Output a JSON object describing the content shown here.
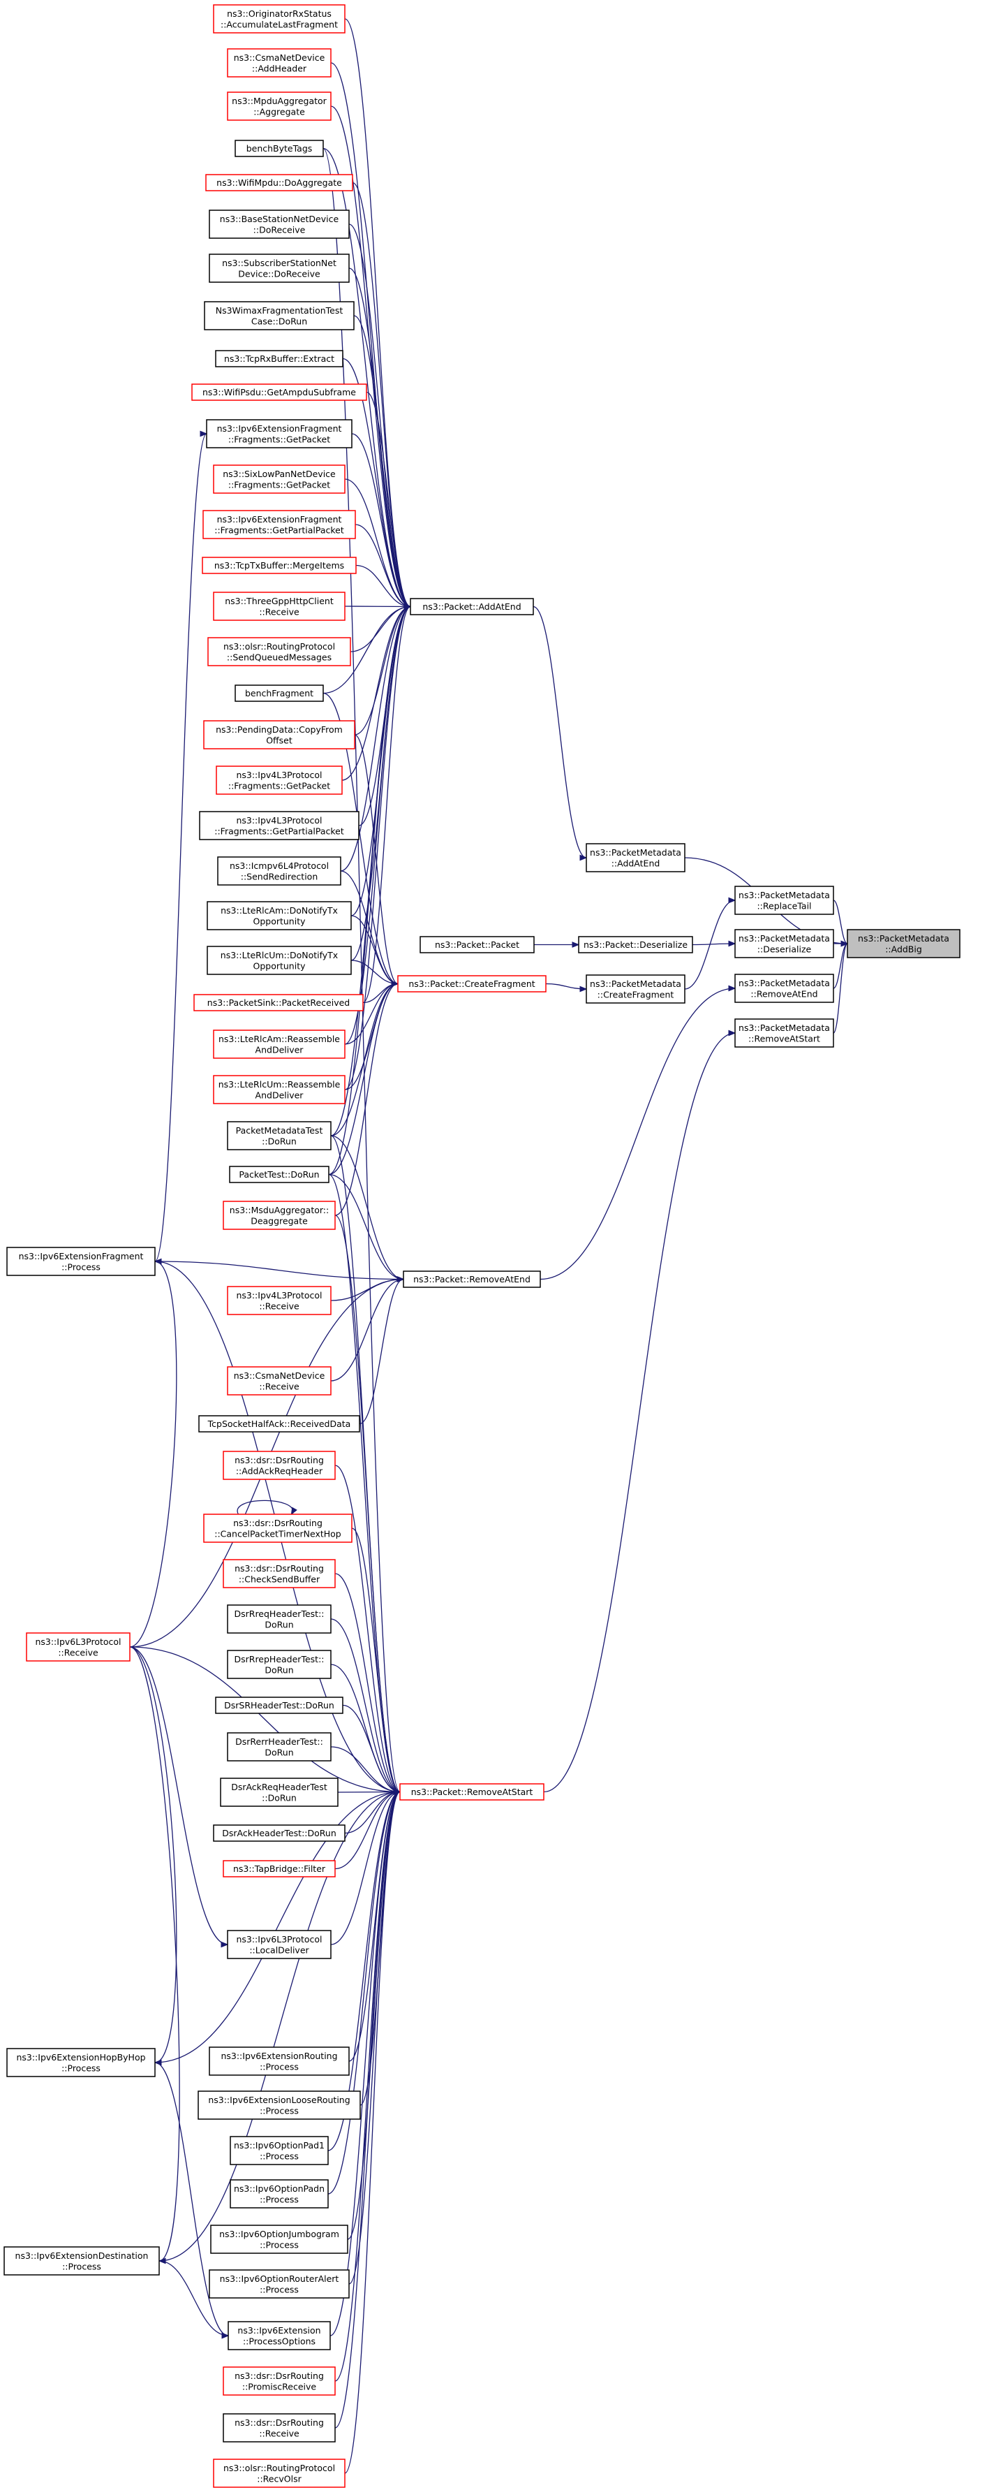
{
  "colors": {
    "edge": "#191970",
    "border_black": "#000000",
    "border_red": "#ff0000",
    "highlight_fill": "#bfbfbf",
    "text": "#000000"
  },
  "nodes": [
    {
      "id": "addbig",
      "lines": [
        "ns3::PacketMetadata",
        "::AddBig"
      ],
      "border": "black",
      "highlighted": true
    },
    {
      "id": "pm_addatend",
      "lines": [
        "ns3::PacketMetadata",
        "::AddAtEnd"
      ],
      "border": "black"
    },
    {
      "id": "pm_replacetail",
      "lines": [
        "ns3::PacketMetadata",
        "::ReplaceTail"
      ],
      "border": "black"
    },
    {
      "id": "pm_deserialize",
      "lines": [
        "ns3::PacketMetadata",
        "::Deserialize"
      ],
      "border": "black"
    },
    {
      "id": "pm_removeatend",
      "lines": [
        "ns3::PacketMetadata",
        "::RemoveAtEnd"
      ],
      "border": "black"
    },
    {
      "id": "pm_removeatstart",
      "lines": [
        "ns3::PacketMetadata",
        "::RemoveAtStart"
      ],
      "border": "black"
    },
    {
      "id": "pm_createfragment",
      "lines": [
        "ns3::PacketMetadata",
        "::CreateFragment"
      ],
      "border": "black"
    },
    {
      "id": "p_deserialize",
      "lines": [
        "ns3::Packet::Deserialize"
      ],
      "border": "black"
    },
    {
      "id": "p_packet",
      "lines": [
        "ns3::Packet::Packet"
      ],
      "border": "black"
    },
    {
      "id": "p_addatend",
      "lines": [
        "ns3::Packet::AddAtEnd"
      ],
      "border": "black"
    },
    {
      "id": "p_createfragment",
      "lines": [
        "ns3::Packet::CreateFragment"
      ],
      "border": "red"
    },
    {
      "id": "p_removeatend",
      "lines": [
        "ns3::Packet::RemoveAtEnd"
      ],
      "border": "black"
    },
    {
      "id": "p_removeatstart",
      "lines": [
        "ns3::Packet::RemoveAtStart"
      ],
      "border": "red"
    },
    {
      "id": "orig_rx",
      "lines": [
        "ns3::OriginatorRxStatus",
        "::AccumulateLastFragment"
      ],
      "border": "red"
    },
    {
      "id": "csma_addheader",
      "lines": [
        "ns3::CsmaNetDevice",
        "::AddHeader"
      ],
      "border": "red"
    },
    {
      "id": "mpdu_aggregate",
      "lines": [
        "ns3::MpduAggregator",
        "::Aggregate"
      ],
      "border": "red"
    },
    {
      "id": "bench_bytetags",
      "lines": [
        "benchByteTags"
      ],
      "border": "black"
    },
    {
      "id": "wifimpdu_doagg",
      "lines": [
        "ns3::WifiMpdu::DoAggregate"
      ],
      "border": "red"
    },
    {
      "id": "bs_doreceive",
      "lines": [
        "ns3::BaseStationNetDevice",
        "::DoReceive"
      ],
      "border": "black"
    },
    {
      "id": "ss_doreceive",
      "lines": [
        "ns3::SubscriberStationNet",
        "Device::DoReceive"
      ],
      "border": "black"
    },
    {
      "id": "wimax_test",
      "lines": [
        "Ns3WimaxFragmentationTest",
        "Case::DoRun"
      ],
      "border": "black"
    },
    {
      "id": "tcprx_extract",
      "lines": [
        "ns3::TcpRxBuffer::Extract"
      ],
      "border": "black"
    },
    {
      "id": "wifipsdu_getampdu",
      "lines": [
        "ns3::WifiPsdu::GetAmpduSubframe"
      ],
      "border": "red"
    },
    {
      "id": "ipv6frag_getpacket",
      "lines": [
        "ns3::Ipv6ExtensionFragment",
        "::Fragments::GetPacket"
      ],
      "border": "black"
    },
    {
      "id": "sixlowpan_getpacket",
      "lines": [
        "ns3::SixLowPanNetDevice",
        "::Fragments::GetPacket"
      ],
      "border": "red"
    },
    {
      "id": "ipv6frag_getpartial",
      "lines": [
        "ns3::Ipv6ExtensionFragment",
        "::Fragments::GetPartialPacket"
      ],
      "border": "red"
    },
    {
      "id": "tcptx_merge",
      "lines": [
        "ns3::TcpTxBuffer::MergeItems"
      ],
      "border": "red"
    },
    {
      "id": "threegpp_receive",
      "lines": [
        "ns3::ThreeGppHttpClient",
        "::Receive"
      ],
      "border": "red"
    },
    {
      "id": "olsr_sendqueued",
      "lines": [
        "ns3::olsr::RoutingProtocol",
        "::SendQueuedMessages"
      ],
      "border": "red"
    },
    {
      "id": "bench_fragment",
      "lines": [
        "benchFragment"
      ],
      "border": "black"
    },
    {
      "id": "pending_copy",
      "lines": [
        "ns3::PendingData::CopyFrom",
        "Offset"
      ],
      "border": "red"
    },
    {
      "id": "ipv4frag_getpacket",
      "lines": [
        "ns3::Ipv4L3Protocol",
        "::Fragments::GetPacket"
      ],
      "border": "red"
    },
    {
      "id": "ipv4frag_getpartial",
      "lines": [
        "ns3::Ipv4L3Protocol",
        "::Fragments::GetPartialPacket"
      ],
      "border": "black"
    },
    {
      "id": "icmpv6_redir",
      "lines": [
        "ns3::Icmpv6L4Protocol",
        "::SendRedirection"
      ],
      "border": "black"
    },
    {
      "id": "lterlcam_notify",
      "lines": [
        "ns3::LteRlcAm::DoNotifyTx",
        "Opportunity"
      ],
      "border": "black"
    },
    {
      "id": "lterlcum_notify",
      "lines": [
        "ns3::LteRlcUm::DoNotifyTx",
        "Opportunity"
      ],
      "border": "black"
    },
    {
      "id": "packetsink_rx",
      "lines": [
        "ns3::PacketSink::PacketReceived"
      ],
      "border": "red"
    },
    {
      "id": "lterlcam_reasm",
      "lines": [
        "ns3::LteRlcAm::Reassemble",
        "AndDeliver"
      ],
      "border": "red"
    },
    {
      "id": "lterlcum_reasm",
      "lines": [
        "ns3::LteRlcUm::Reassemble",
        "AndDeliver"
      ],
      "border": "red"
    },
    {
      "id": "pmtest_dorun",
      "lines": [
        "PacketMetadataTest",
        "::DoRun"
      ],
      "border": "black"
    },
    {
      "id": "packettest_dorun",
      "lines": [
        "PacketTest::DoRun"
      ],
      "border": "black"
    },
    {
      "id": "msdu_deagg",
      "lines": [
        "ns3::MsduAggregator::",
        "Deaggregate"
      ],
      "border": "red"
    },
    {
      "id": "ipv6frag_process",
      "lines": [
        "ns3::Ipv6ExtensionFragment",
        "::Process"
      ],
      "border": "black"
    },
    {
      "id": "ipv4l3_receive",
      "lines": [
        "ns3::Ipv4L3Protocol",
        "::Receive"
      ],
      "border": "red"
    },
    {
      "id": "csma_receive",
      "lines": [
        "ns3::CsmaNetDevice",
        "::Receive"
      ],
      "border": "red"
    },
    {
      "id": "tcphalfack",
      "lines": [
        "TcpSocketHalfAck::ReceivedData"
      ],
      "border": "black"
    },
    {
      "id": "dsr_addack",
      "lines": [
        "ns3::dsr::DsrRouting",
        "::AddAckReqHeader"
      ],
      "border": "red"
    },
    {
      "id": "dsr_cancel",
      "lines": [
        "ns3::dsr::DsrRouting",
        "::CancelPacketTimerNextHop"
      ],
      "border": "red"
    },
    {
      "id": "dsr_checksend",
      "lines": [
        "ns3::dsr::DsrRouting",
        "::CheckSendBuffer"
      ],
      "border": "red"
    },
    {
      "id": "dsr_rreq",
      "lines": [
        "DsrRreqHeaderTest::",
        "DoRun"
      ],
      "border": "black"
    },
    {
      "id": "dsr_rrep",
      "lines": [
        "DsrRrepHeaderTest::",
        "DoRun"
      ],
      "border": "black"
    },
    {
      "id": "ipv6l3_receive",
      "lines": [
        "ns3::Ipv6L3Protocol",
        "::Receive"
      ],
      "border": "red"
    },
    {
      "id": "dsr_sr",
      "lines": [
        "DsrSRHeaderTest::DoRun"
      ],
      "border": "black"
    },
    {
      "id": "dsr_rerr",
      "lines": [
        "DsrRerrHeaderTest::",
        "DoRun"
      ],
      "border": "black"
    },
    {
      "id": "dsr_ackreq",
      "lines": [
        "DsrAckReqHeaderTest",
        "::DoRun"
      ],
      "border": "black"
    },
    {
      "id": "dsr_ack",
      "lines": [
        "DsrAckHeaderTest::DoRun"
      ],
      "border": "black"
    },
    {
      "id": "tap_filter",
      "lines": [
        "ns3::TapBridge::Filter"
      ],
      "border": "red"
    },
    {
      "id": "ipv6l3_localdeliver",
      "lines": [
        "ns3::Ipv6L3Protocol",
        "::LocalDeliver"
      ],
      "border": "black"
    },
    {
      "id": "ipv6hop_process",
      "lines": [
        "ns3::Ipv6ExtensionHopByHop",
        "::Process"
      ],
      "border": "black"
    },
    {
      "id": "ipv6routing_process",
      "lines": [
        "ns3::Ipv6ExtensionRouting",
        "::Process"
      ],
      "border": "black"
    },
    {
      "id": "ipv6loose_process",
      "lines": [
        "ns3::Ipv6ExtensionLooseRouting",
        "::Process"
      ],
      "border": "black"
    },
    {
      "id": "ipv6pad1",
      "lines": [
        "ns3::Ipv6OptionPad1",
        "::Process"
      ],
      "border": "black"
    },
    {
      "id": "ipv6padn",
      "lines": [
        "ns3::Ipv6OptionPadn",
        "::Process"
      ],
      "border": "black"
    },
    {
      "id": "ipv6jumbo",
      "lines": [
        "ns3::Ipv6OptionJumbogram",
        "::Process"
      ],
      "border": "black"
    },
    {
      "id": "ipv6dest_process",
      "lines": [
        "ns3::Ipv6ExtensionDestination",
        "::Process"
      ],
      "border": "black"
    },
    {
      "id": "ipv6routeralert",
      "lines": [
        "ns3::Ipv6OptionRouterAlert",
        "::Process"
      ],
      "border": "black"
    },
    {
      "id": "ipv6ext_procopts",
      "lines": [
        "ns3::Ipv6Extension",
        "::ProcessOptions"
      ],
      "border": "black"
    },
    {
      "id": "dsr_promisc",
      "lines": [
        "ns3::dsr::DsrRouting",
        "::PromiscReceive"
      ],
      "border": "red"
    },
    {
      "id": "dsr_receive",
      "lines": [
        "ns3::dsr::DsrRouting",
        "::Receive"
      ],
      "border": "black"
    },
    {
      "id": "olsr_recv",
      "lines": [
        "ns3::olsr::RoutingProtocol",
        "::RecvOlsr"
      ],
      "border": "red"
    }
  ],
  "edges": [
    [
      "pm_addatend",
      "addbig"
    ],
    [
      "pm_replacetail",
      "addbig"
    ],
    [
      "pm_deserialize",
      "addbig"
    ],
    [
      "pm_removeatend",
      "addbig"
    ],
    [
      "pm_removeatstart",
      "addbig"
    ],
    [
      "p_addatend",
      "pm_addatend"
    ],
    [
      "pm_createfragment",
      "pm_replacetail"
    ],
    [
      "p_deserialize",
      "pm_deserialize"
    ],
    [
      "p_removeatend",
      "pm_removeatend"
    ],
    [
      "p_removeatstart",
      "pm_removeatstart"
    ],
    [
      "p_createfragment",
      "pm_createfragment"
    ],
    [
      "p_packet",
      "p_deserialize"
    ],
    [
      "orig_rx",
      "p_addatend"
    ],
    [
      "csma_addheader",
      "p_addatend"
    ],
    [
      "mpdu_aggregate",
      "p_addatend"
    ],
    [
      "bench_bytetags",
      "p_addatend"
    ],
    [
      "wifimpdu_doagg",
      "p_addatend"
    ],
    [
      "bs_doreceive",
      "p_addatend"
    ],
    [
      "ss_doreceive",
      "p_addatend"
    ],
    [
      "wimax_test",
      "p_addatend"
    ],
    [
      "tcprx_extract",
      "p_addatend"
    ],
    [
      "wifipsdu_getampdu",
      "p_addatend"
    ],
    [
      "ipv6frag_getpacket",
      "p_addatend"
    ],
    [
      "sixlowpan_getpacket",
      "p_addatend"
    ],
    [
      "ipv6frag_getpartial",
      "p_addatend"
    ],
    [
      "tcptx_merge",
      "p_addatend"
    ],
    [
      "threegpp_receive",
      "p_addatend"
    ],
    [
      "olsr_sendqueued",
      "p_addatend"
    ],
    [
      "bench_fragment",
      "p_addatend"
    ],
    [
      "pending_copy",
      "p_addatend"
    ],
    [
      "ipv4frag_getpacket",
      "p_addatend"
    ],
    [
      "ipv4frag_getpartial",
      "p_addatend"
    ],
    [
      "icmpv6_redir",
      "p_addatend"
    ],
    [
      "lterlcam_notify",
      "p_addatend"
    ],
    [
      "lterlcum_notify",
      "p_addatend"
    ],
    [
      "packetsink_rx",
      "p_addatend"
    ],
    [
      "lterlcam_reasm",
      "p_addatend"
    ],
    [
      "lterlcum_reasm",
      "p_addatend"
    ],
    [
      "pmtest_dorun",
      "p_addatend"
    ],
    [
      "packettest_dorun",
      "p_addatend"
    ],
    [
      "bench_fragment",
      "p_createfragment"
    ],
    [
      "pending_copy",
      "p_createfragment"
    ],
    [
      "icmpv6_redir",
      "p_createfragment"
    ],
    [
      "lterlcam_notify",
      "p_createfragment"
    ],
    [
      "lterlcum_notify",
      "p_createfragment"
    ],
    [
      "packetsink_rx",
      "p_createfragment"
    ],
    [
      "lterlcam_reasm",
      "p_createfragment"
    ],
    [
      "lterlcum_reasm",
      "p_createfragment"
    ],
    [
      "pmtest_dorun",
      "p_createfragment"
    ],
    [
      "packettest_dorun",
      "p_createfragment"
    ],
    [
      "msdu_deagg",
      "p_createfragment"
    ],
    [
      "ipv6frag_process",
      "p_removeatend"
    ],
    [
      "ipv4l3_receive",
      "p_removeatend"
    ],
    [
      "csma_receive",
      "p_removeatend"
    ],
    [
      "tcphalfack",
      "p_removeatend"
    ],
    [
      "pmtest_dorun",
      "p_removeatend"
    ],
    [
      "packettest_dorun",
      "p_removeatend"
    ],
    [
      "ipv6l3_receive",
      "p_removeatend"
    ],
    [
      "dsr_addack",
      "p_removeatstart"
    ],
    [
      "dsr_cancel",
      "p_removeatstart"
    ],
    [
      "dsr_checksend",
      "p_removeatstart"
    ],
    [
      "dsr_rreq",
      "p_removeatstart"
    ],
    [
      "dsr_rrep",
      "p_removeatstart"
    ],
    [
      "dsr_sr",
      "p_removeatstart"
    ],
    [
      "dsr_rerr",
      "p_removeatstart"
    ],
    [
      "dsr_ackreq",
      "p_removeatstart"
    ],
    [
      "dsr_ack",
      "p_removeatstart"
    ],
    [
      "tap_filter",
      "p_removeatstart"
    ],
    [
      "ipv6l3_localdeliver",
      "p_removeatstart"
    ],
    [
      "ipv6hop_process",
      "p_removeatstart"
    ],
    [
      "ipv6routing_process",
      "p_removeatstart"
    ],
    [
      "ipv6loose_process",
      "p_removeatstart"
    ],
    [
      "ipv6pad1",
      "p_removeatstart"
    ],
    [
      "ipv6padn",
      "p_removeatstart"
    ],
    [
      "ipv6jumbo",
      "p_removeatstart"
    ],
    [
      "ipv6routeralert",
      "p_removeatstart"
    ],
    [
      "ipv6dest_process",
      "p_removeatstart"
    ],
    [
      "ipv6ext_procopts",
      "p_removeatstart"
    ],
    [
      "dsr_promisc",
      "p_removeatstart"
    ],
    [
      "dsr_receive",
      "p_removeatstart"
    ],
    [
      "olsr_recv",
      "p_removeatstart"
    ],
    [
      "ipv6l3_receive",
      "p_removeatstart"
    ],
    [
      "ipv6frag_process",
      "p_removeatstart"
    ],
    [
      "bench_bytetags",
      "p_removeatstart"
    ],
    [
      "pmtest_dorun",
      "p_removeatstart"
    ],
    [
      "packettest_dorun",
      "p_removeatstart"
    ],
    [
      "msdu_deagg",
      "p_removeatstart"
    ],
    [
      "ipv6frag_process",
      "ipv6frag_getpacket"
    ],
    [
      "ipv6l3_receive",
      "ipv6frag_process"
    ],
    [
      "ipv6l3_receive",
      "ipv6l3_localdeliver"
    ],
    [
      "ipv6l3_receive",
      "ipv6hop_process"
    ],
    [
      "ipv6l3_receive",
      "ipv6dest_process"
    ],
    [
      "ipv6hop_process",
      "ipv6ext_procopts"
    ],
    [
      "ipv6dest_process",
      "ipv6ext_procopts"
    ],
    [
      "dsr_cancel",
      "dsr_cancel"
    ]
  ]
}
